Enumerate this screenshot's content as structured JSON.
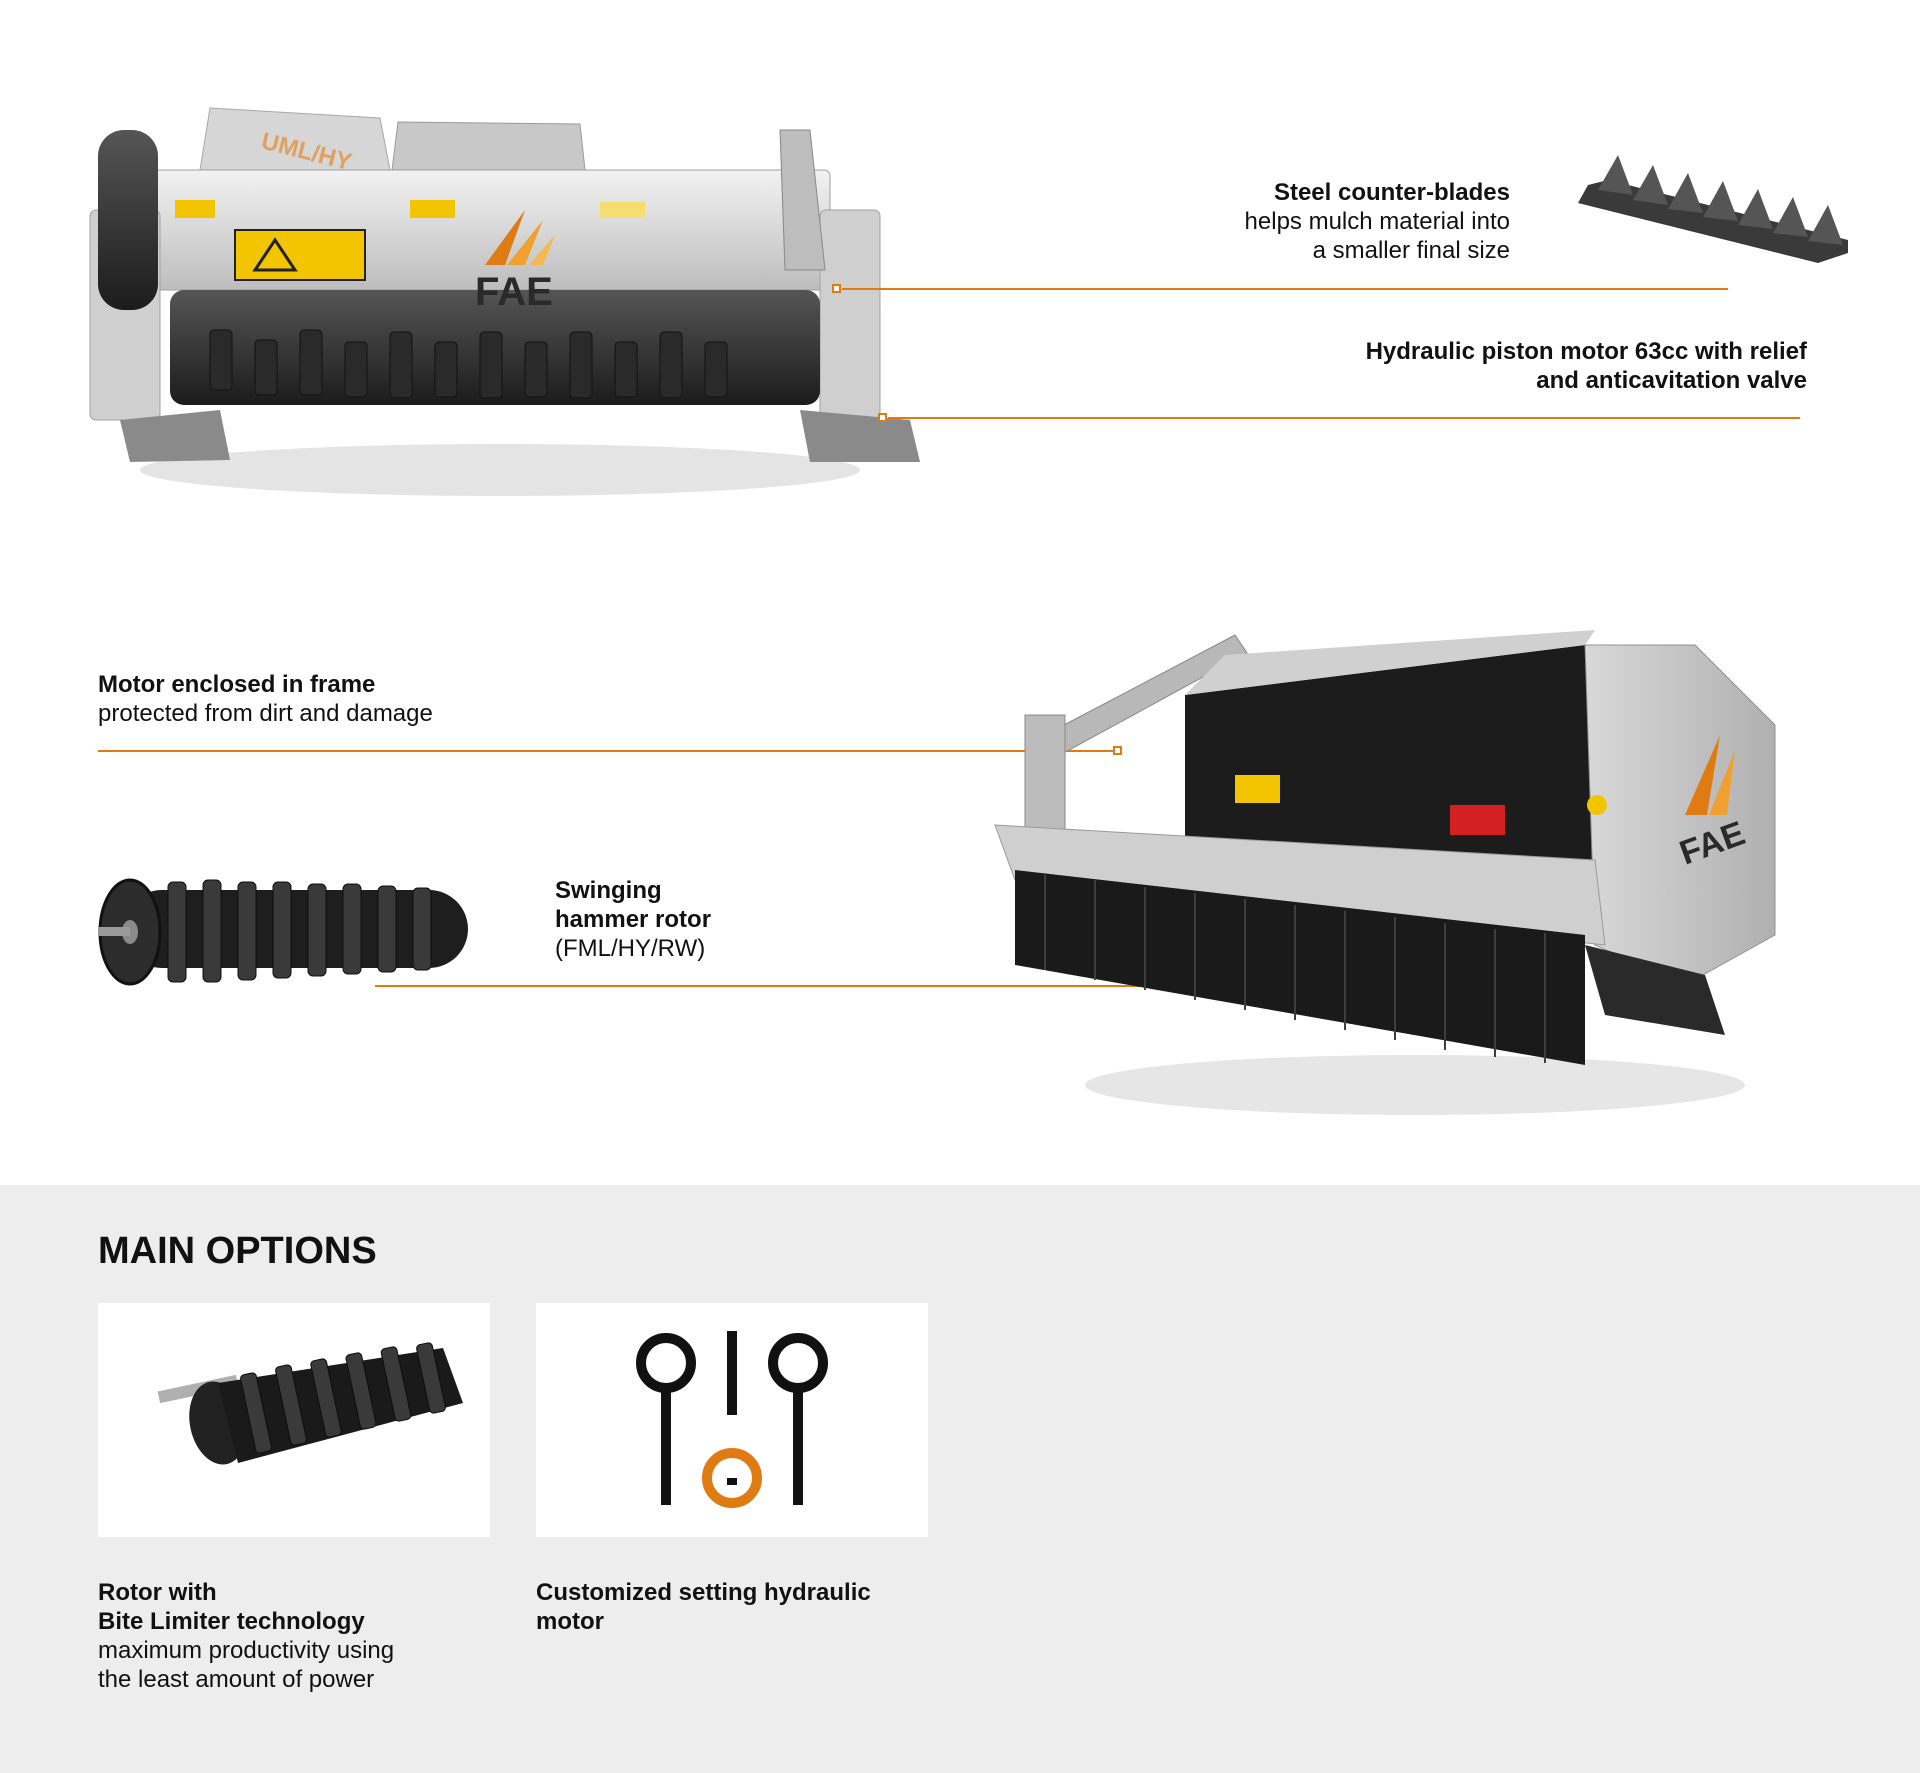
{
  "colors": {
    "accent": "#e07b14",
    "band": "#ededed",
    "text": "#111111"
  },
  "top_machine": {
    "model_label": "UML/HY",
    "brand": "FAE"
  },
  "callouts": {
    "steel_blades": {
      "title": "Steel counter-blades",
      "line1": "helps mulch material into",
      "line2": "a smaller final size"
    },
    "piston_motor": {
      "line1": "Hydraulic piston motor 63cc with relief",
      "line2": "and anticavitation valve"
    },
    "motor_enclosed": {
      "title": "Motor enclosed in frame",
      "line1": "protected from dirt and damage"
    },
    "hammer_rotor": {
      "line1": "Swinging",
      "line2": "hammer rotor",
      "line3": "(FML/HY/RW)"
    }
  },
  "bottom_machine": {
    "brand": "FAE"
  },
  "main_options": {
    "heading": "MAIN OPTIONS",
    "options": [
      {
        "title1": "Rotor with",
        "title2": "Bite Limiter technology",
        "desc1": "maximum productivity using",
        "desc2": "the least amount of power",
        "icon": "rotor-image"
      },
      {
        "title1": "Customized setting hydraulic",
        "title2": "motor",
        "icon": "sliders-icon"
      }
    ]
  }
}
